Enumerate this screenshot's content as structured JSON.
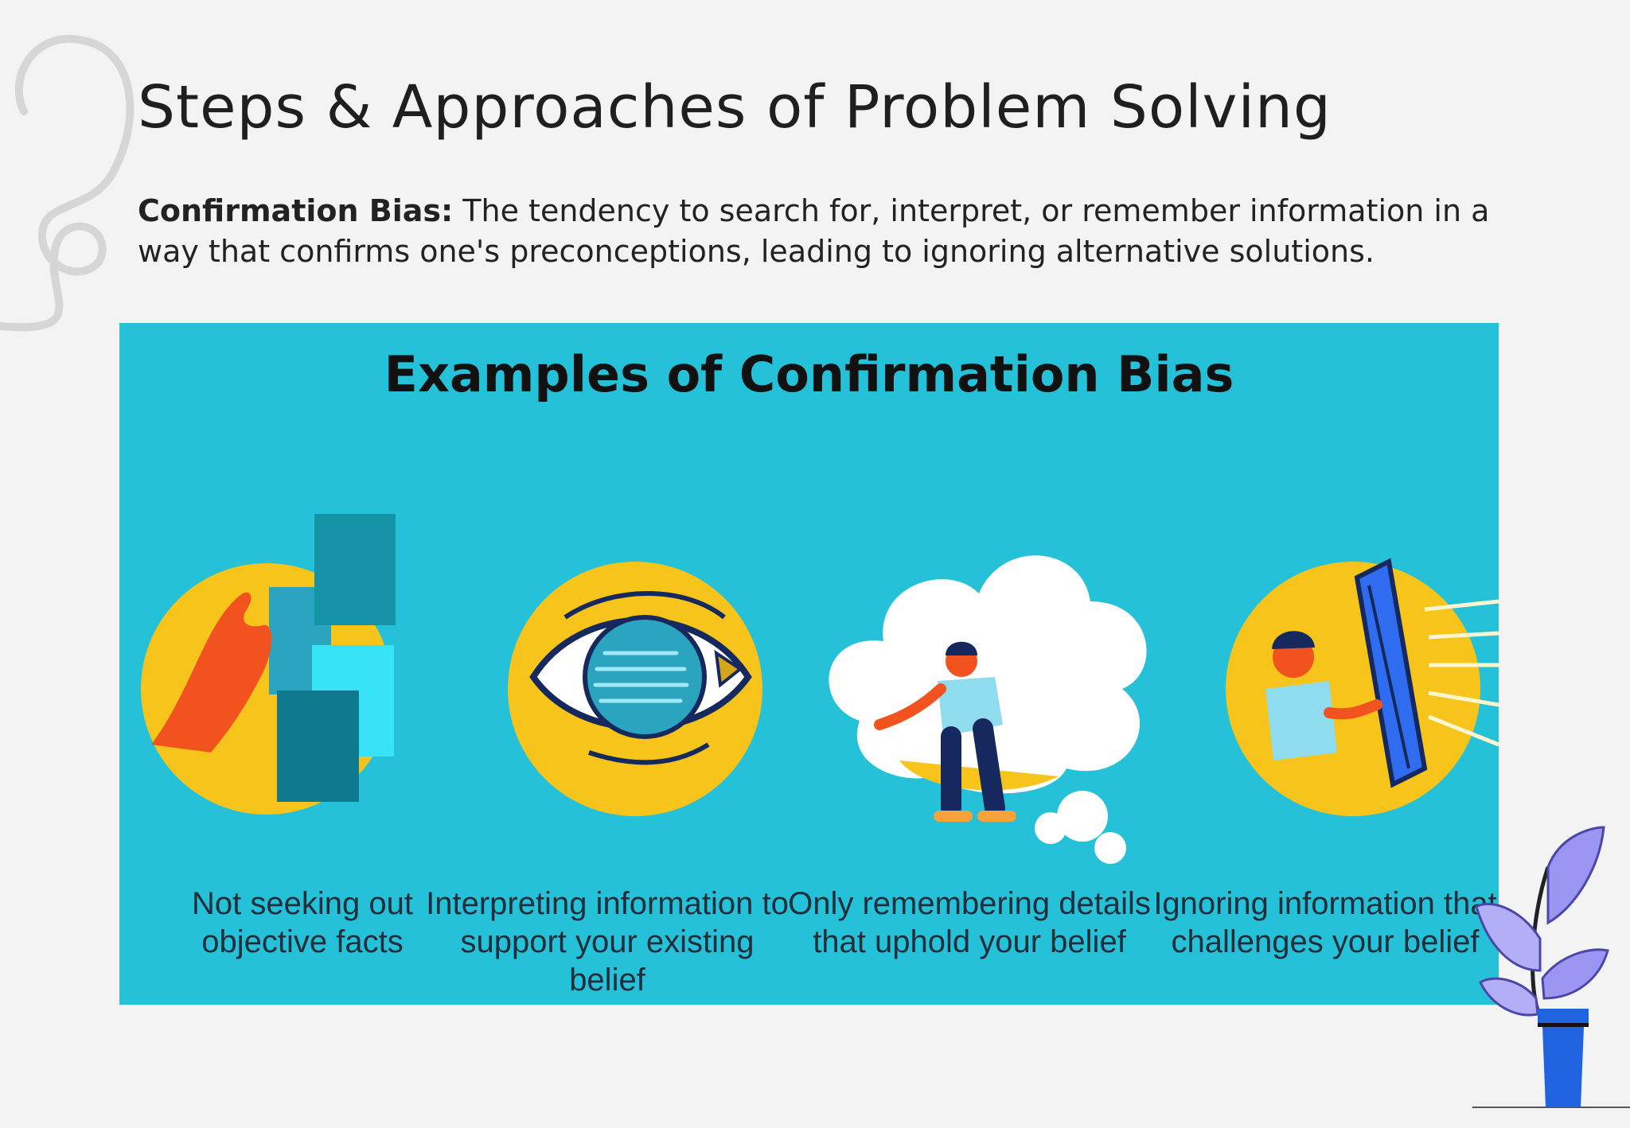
{
  "header": {
    "title": "Steps & Approaches of  Problem Solving"
  },
  "definition": {
    "term": "Confirmation Bias:",
    "text": " The tendency to search for, interpret, or remember information in a way that confirms one's preconceptions, leading to ignoring alternative solutions."
  },
  "infographic": {
    "title": "Examples of Confirmation Bias",
    "panels": [
      {
        "caption_line1": "Not seeking out",
        "caption_line2": "objective facts",
        "icon": "hand-with-blocks-icon"
      },
      {
        "caption_line1": "Interpreting information to",
        "caption_line2": "support your existing belief",
        "icon": "eye-icon"
      },
      {
        "caption_line1": "Only remembering details",
        "caption_line2": "that uphold your belief",
        "icon": "thought-cloud-person-icon"
      },
      {
        "caption_line1": "Ignoring information that",
        "caption_line2": "challenges your belief",
        "icon": "shield-person-icon"
      }
    ]
  },
  "colors": {
    "background": "#f3f3f3",
    "panel": "#25c1d9",
    "yellow": "#f6c41a",
    "orange": "#f2521d",
    "navy": "#16295e",
    "blue": "#2f6cf0",
    "plant_leaf": "#9a96f2"
  }
}
